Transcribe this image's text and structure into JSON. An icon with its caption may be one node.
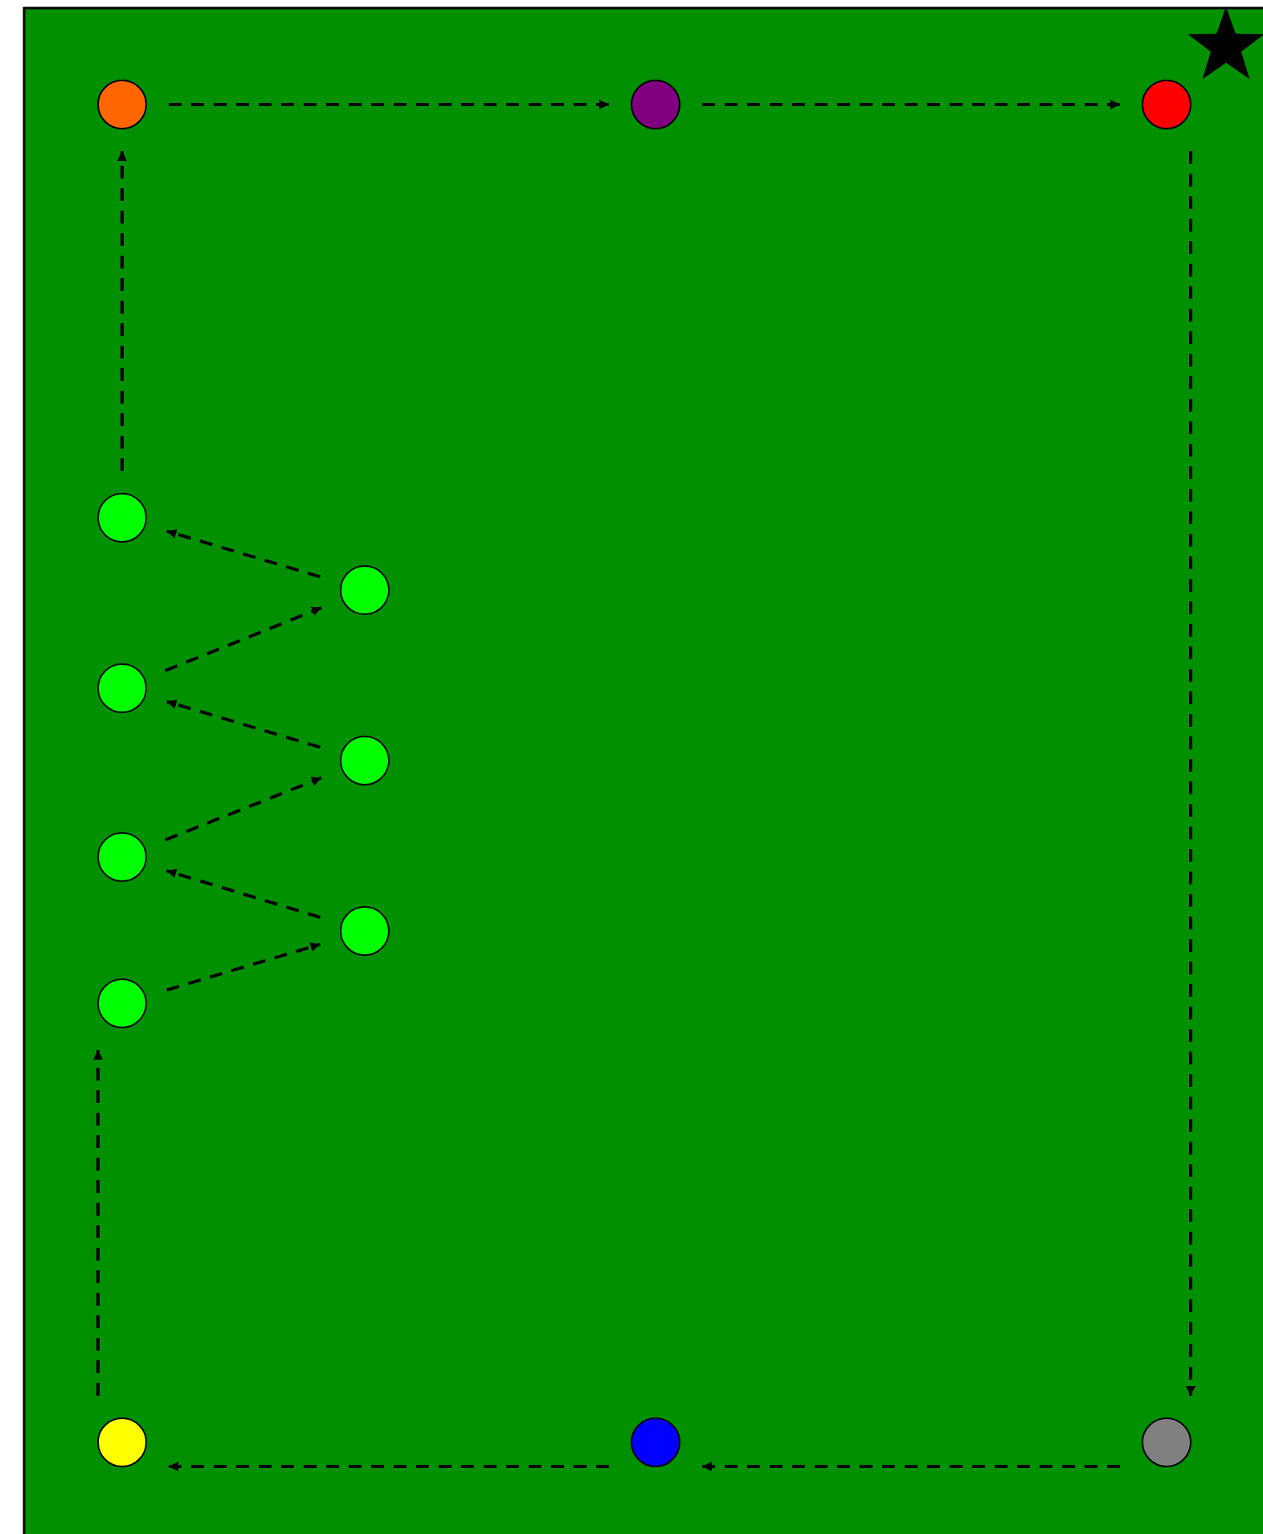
{
  "diagram": {
    "nodes": [
      {
        "text": [],
        "shape": "circle"
      },
      {
        "text": [],
        "shape": "circle"
      },
      {
        "text": [],
        "shape": "circle"
      },
      {
        "text": [],
        "shape": "circle"
      },
      {
        "text": [],
        "shape": "circle"
      },
      {
        "text": [],
        "shape": "circle"
      },
      {
        "text": [],
        "shape": "circle"
      },
      {
        "text": [],
        "shape": "circle"
      },
      {
        "text": [],
        "shape": "circle"
      },
      {
        "text": [],
        "shape": "circle"
      },
      {
        "text": [],
        "shape": "circle"
      },
      {
        "text": [],
        "shape": "circle"
      },
      {
        "text": [],
        "shape": "circle"
      }
    ],
    "edges": [
      {
        "from": 0,
        "to": 1,
        "arrow": "to",
        "style": "dashed"
      },
      {
        "from": 1,
        "to": 2,
        "arrow": "to",
        "style": "dashed"
      },
      {
        "from": 2,
        "to": 3,
        "arrow": "to",
        "style": "dashed"
      },
      {
        "from": 3,
        "to": 4,
        "arrow": "to",
        "style": "dashed"
      },
      {
        "from": 4,
        "to": 5,
        "arrow": "to",
        "style": "dashed"
      },
      {
        "from": 5,
        "to": 6,
        "arrow": "to",
        "style": "dashed"
      },
      {
        "from": 6,
        "to": 7,
        "arrow": "to",
        "style": "dashed"
      },
      {
        "from": 7,
        "to": 8,
        "arrow": "to",
        "style": "dashed"
      },
      {
        "from": 8,
        "to": 9,
        "arrow": "to",
        "style": "dashed"
      },
      {
        "from": 9,
        "to": 10,
        "arrow": "to",
        "style": "dashed"
      },
      {
        "from": 10,
        "to": 11,
        "arrow": "to",
        "style": "dashed"
      },
      {
        "from": 11,
        "to": 12,
        "arrow": "to",
        "style": "dashed"
      },
      {
        "from": 12,
        "to": 0,
        "arrow": "to",
        "style": "dashed"
      }
    ]
  }
}
